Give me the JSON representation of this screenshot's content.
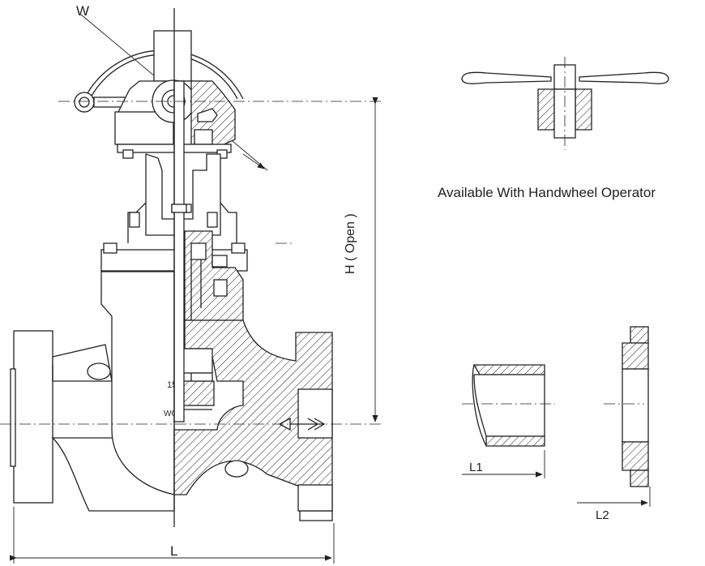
{
  "labels": {
    "w": "W",
    "h": "H ( Open )",
    "l": "L",
    "l1": "L1",
    "l2": "L2",
    "handwheel_note": "Available With Handwheel Operator"
  },
  "colors": {
    "line": "#222222",
    "background": "#ffffff"
  }
}
